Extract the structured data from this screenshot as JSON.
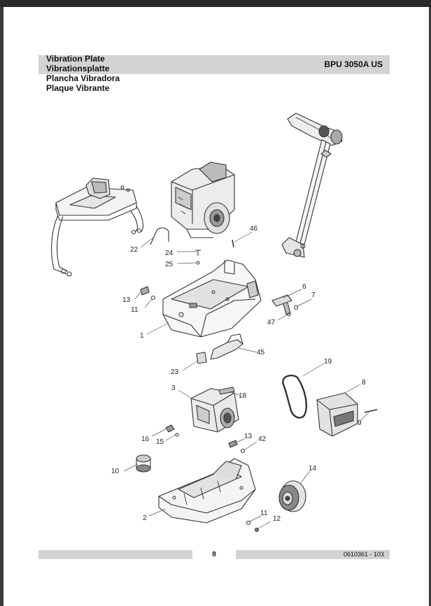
{
  "header": {
    "titles": [
      "Vibration Plate",
      "Vibrationsplatte",
      "Plancha Vibradora",
      "Plaque Vibrante"
    ],
    "model": "BPU 3050A US"
  },
  "footer": {
    "page_number": "8",
    "doc_number": "0610361 - 103"
  },
  "callouts": [
    "22",
    "24",
    "25",
    "46",
    "13",
    "11",
    "1",
    "6",
    "7",
    "47",
    "45",
    "23",
    "3",
    "18",
    "19",
    "8",
    "9",
    "16",
    "15",
    "13",
    "42",
    "10",
    "14",
    "2",
    "11",
    "12"
  ]
}
